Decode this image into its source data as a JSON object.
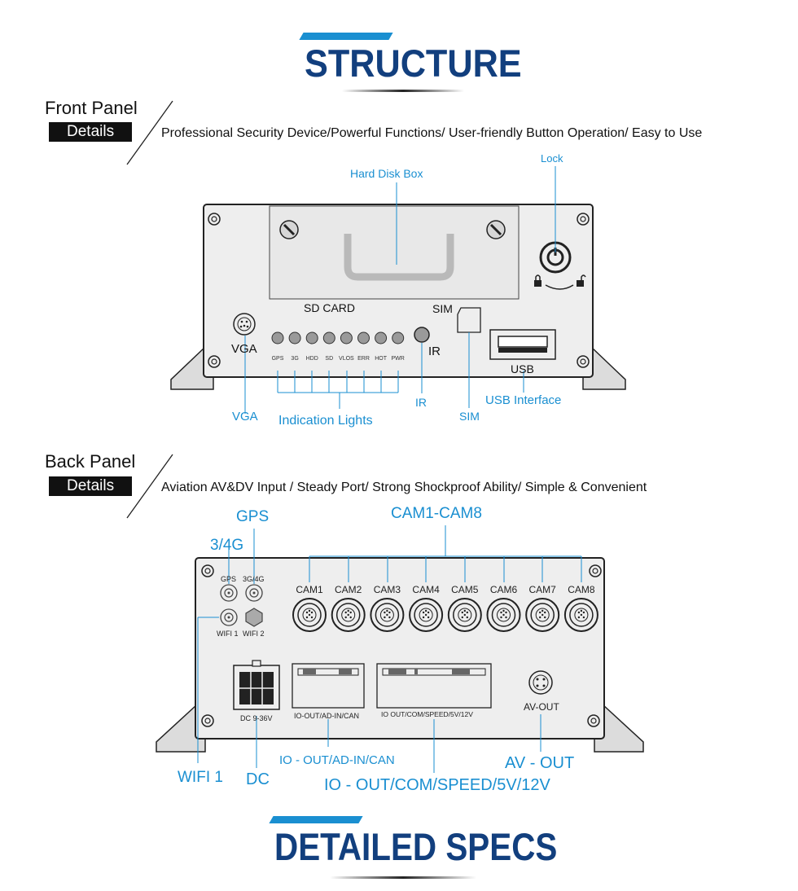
{
  "structure_heading": "STRUCTURE",
  "specs_heading": "DETAILED SPECS",
  "front": {
    "title": "Front Panel",
    "tag": "Details",
    "description": "Professional Security Device/Powerful Functions/ User-friendly Button Operation/ Easy to Use",
    "callouts": {
      "hard_disk_box": "Hard Disk Box",
      "lock": "Lock",
      "vga": "VGA",
      "indication_lights": "Indication Lights",
      "ir": "IR",
      "sim": "SIM",
      "usb_interface": "USB Interface"
    },
    "panel_labels": {
      "sd_card": "SD CARD",
      "sim": "SIM",
      "vga": "VGA",
      "ir": "IR",
      "usb": "USB"
    },
    "leds": [
      "GPS",
      "3G",
      "HDD",
      "SD",
      "VLOS",
      "ERR",
      "HOT",
      "PWR"
    ]
  },
  "back": {
    "title": "Back Panel",
    "tag": "Details",
    "description": "Aviation AV&DV Input / Steady Port/ Strong Shockproof Ability/ Simple & Convenient",
    "callouts": {
      "gps": "GPS",
      "g34": "3/4G",
      "cams": "CAM1-CAM8",
      "wifi1": "WIFI 1",
      "dc": "DC",
      "io1": "IO - OUT/AD-IN/CAN",
      "io2": "IO - OUT/COM/SPEED/5V/12V",
      "av_out": "AV - OUT"
    },
    "panel_labels": {
      "gps": "GPS",
      "g3g4": "3G/4G",
      "wifi1": "WIFI 1",
      "wifi2": "WIFI 2",
      "dc": "DC 9-36V",
      "io1": "IO-OUT/AD-IN/CAN",
      "io2": "IO OUT/COM/SPEED/5V/12V",
      "av_out": "AV-OUT"
    },
    "cams": [
      "CAM1",
      "CAM2",
      "CAM3",
      "CAM4",
      "CAM5",
      "CAM6",
      "CAM7",
      "CAM8"
    ]
  }
}
